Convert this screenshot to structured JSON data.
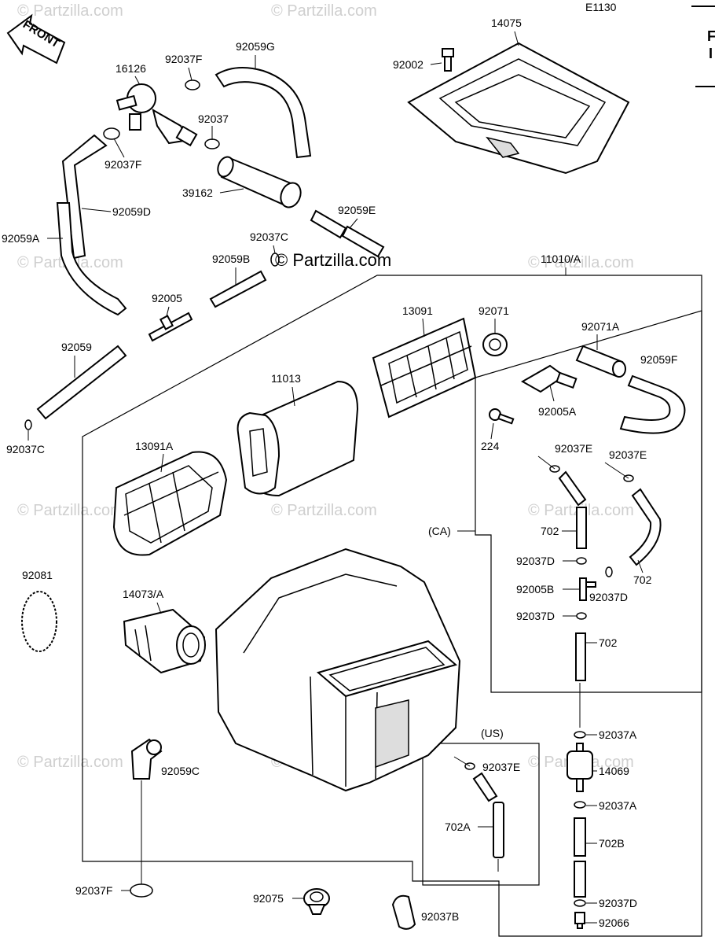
{
  "diagram_code": "E1130",
  "front_label": "FRONT",
  "watermark": "© Partzilla.com",
  "center_watermark": "© Partzilla.com",
  "corner_fragments": [
    "F",
    "I"
  ],
  "region_labels": {
    "ca": "(CA)",
    "us": "(US)"
  },
  "parts": {
    "p14075": "14075",
    "p92002": "92002",
    "p16126": "16126",
    "p92037F_a": "92037F",
    "p92059G": "92059G",
    "p92037_a": "92037",
    "p92037F_b": "92037F",
    "p39162": "39162",
    "p92059D": "92059D",
    "p92059A": "92059A",
    "p92059E": "92059E",
    "p92037C_a": "92037C",
    "p92059B": "92059B",
    "p11010A": "11010/A",
    "p92005": "92005",
    "p13091": "13091",
    "p92071": "92071",
    "p92071A": "92071A",
    "p92059F": "92059F",
    "p92059": "92059",
    "p11013": "11013",
    "p92005A": "92005A",
    "p224": "224",
    "p92037C_b": "92037C",
    "p13091A": "13091A",
    "p92037E_a": "92037E",
    "p92037E_b": "92037E",
    "p702_a": "702",
    "p702_b": "702",
    "p92037D_a": "92037D",
    "p92005B": "92005B",
    "p92037D_b": "92037D",
    "p92037D_c": "92037D",
    "p702_c": "702",
    "p92081": "92081",
    "p14073A": "14073/A",
    "p92037A_a": "92037A",
    "p92037E_c": "92037E",
    "p14069": "14069",
    "p92059C": "92059C",
    "p92037A_b": "92037A",
    "p702A": "702A",
    "p702B": "702B",
    "p92037F_c": "92037F",
    "p92075": "92075",
    "p92037B": "92037B",
    "p92037D_d": "92037D",
    "p92066": "92066"
  }
}
